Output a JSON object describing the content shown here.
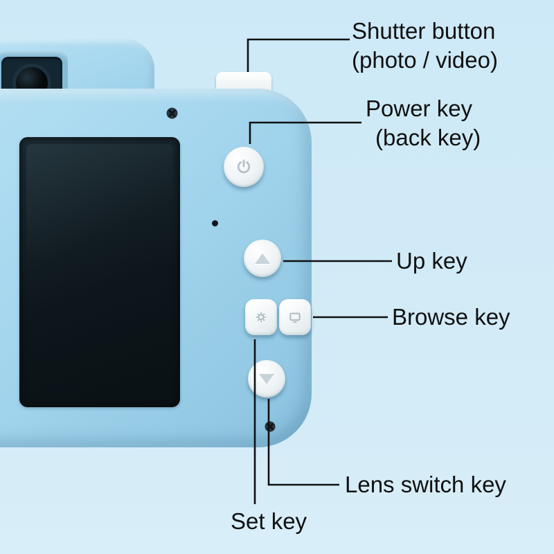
{
  "scene": {
    "background_color": "#cde9f7",
    "camera_body_color": "#a4d6ee",
    "screen_color": "#0d161b",
    "button_color": "#eef3f5",
    "line_color": "#101010",
    "text_color": "#101010"
  },
  "icons": {
    "power_key": "power-symbol",
    "up_key": "triangle-up",
    "lens_switch_key": "triangle-down",
    "set_key": "gear",
    "browse_key": "screen-frame"
  },
  "callouts": {
    "shutter": {
      "label_line1": "Shutter button",
      "label_line2": "(photo / video)"
    },
    "power": {
      "label_line1": "Power key",
      "label_line2": "(back key)"
    },
    "up": {
      "label": "Up key"
    },
    "browse": {
      "label": "Browse key"
    },
    "lens_switch": {
      "label": "Lens switch key"
    },
    "set": {
      "label": "Set key"
    }
  }
}
